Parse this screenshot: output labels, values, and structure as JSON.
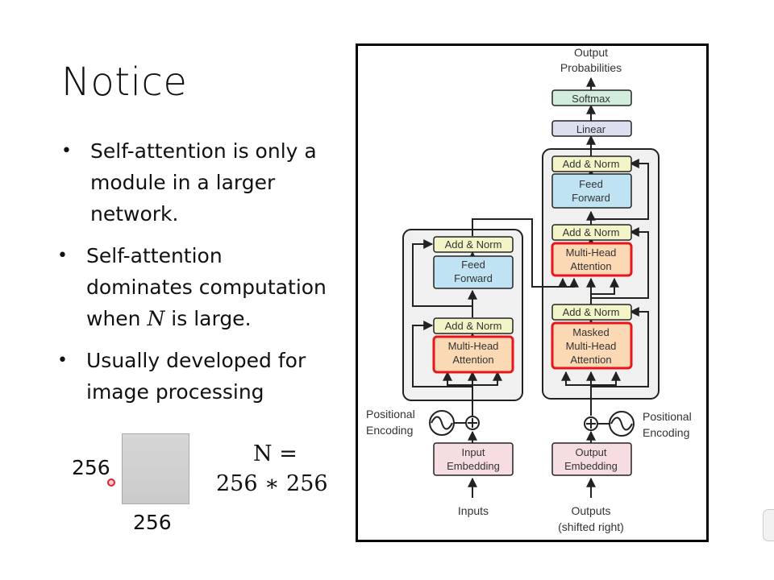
{
  "slide": {
    "title": "Notice",
    "bullets": [
      {
        "lines": [
          "Self-attention is only a",
          "module in a larger",
          "network."
        ]
      },
      {
        "line1": "Self-attention",
        "line2": "dominates computation",
        "line3_pre": "when ",
        "line3_var": "N",
        "line3_post": " is large."
      },
      {
        "lines": [
          "Usually developed for",
          "image processing"
        ]
      }
    ],
    "bullet_symbol": "•",
    "image_example": {
      "height_label": "256",
      "width_label": "256",
      "equation_line1": "N =",
      "equation_line2": "256 ∗ 256"
    }
  },
  "figure": {
    "output_probabilities": [
      "Output",
      "Probabilities"
    ],
    "softmax": "Softmax",
    "linear": "Linear",
    "add_norm": "Add & Norm",
    "feed_forward": [
      "Feed",
      "Forward"
    ],
    "multi_head_attention": [
      "Multi-Head",
      "Attention"
    ],
    "masked_multi_head_attention": [
      "Masked",
      "Multi-Head",
      "Attention"
    ],
    "input_embedding": [
      "Input",
      "Embedding"
    ],
    "output_embedding": [
      "Output",
      "Embedding"
    ],
    "positional_encoding": [
      "Positional",
      "Encoding"
    ],
    "inputs": "Inputs",
    "outputs": [
      "Outputs",
      "(shifted right)"
    ],
    "colors": {
      "add_norm": "#f3f5c8",
      "feed_forward": "#bfe3f2",
      "attention": "#fbd9b5",
      "embedding": "#f6dde1",
      "softmax": "#d3eddc",
      "linear": "#dcdff0",
      "stack_bg": "#f0f0f0",
      "highlight": "#e8151b"
    }
  }
}
